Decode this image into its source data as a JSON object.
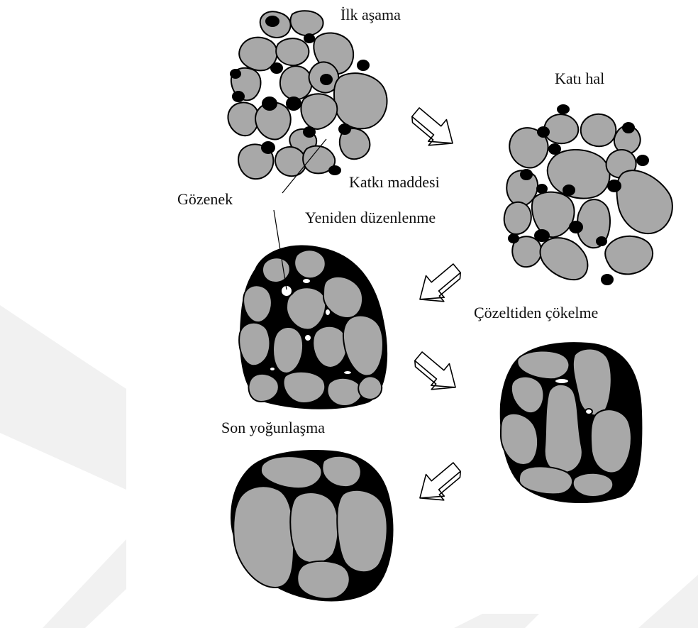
{
  "labels": {
    "initial": "İlk aşama",
    "solid_state": "Katı hal",
    "additive": "Katkı maddesi",
    "pore": "Gözenek",
    "rearrangement": "Yeniden düzenlenme",
    "solution_precipitation": "Çözeltiden çökelme",
    "final_densification": "Son yoğunlaşma"
  },
  "colors": {
    "grain": "#a8a8a8",
    "grain_outline": "#000000",
    "liquid_phase": "#000000",
    "pore": "#ffffff",
    "arrow_fill": "#ffffff",
    "watermark": "#f1f1f1"
  }
}
